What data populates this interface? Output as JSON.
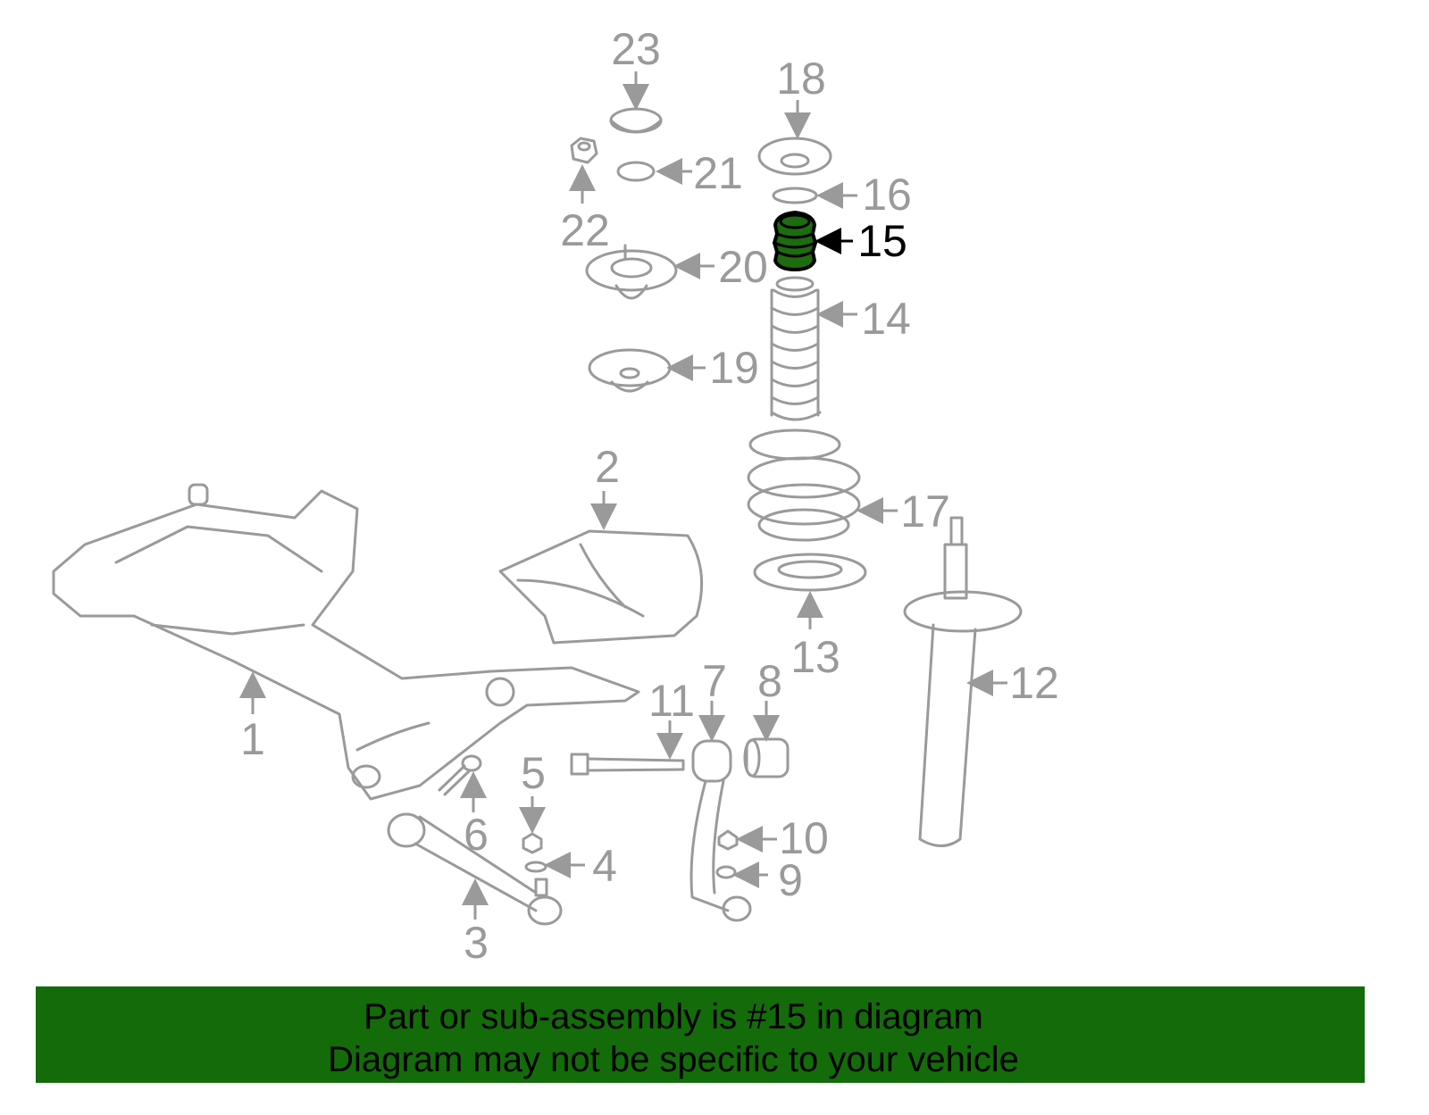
{
  "diagram": {
    "highlighted_part": "15",
    "highlight_color": "#1e6b10",
    "labels": {
      "p1": "1",
      "p2": "2",
      "p3": "3",
      "p4": "4",
      "p5": "5",
      "p6": "6",
      "p7": "7",
      "p8": "8",
      "p9": "9",
      "p10": "10",
      "p11": "11",
      "p12": "12",
      "p13": "13",
      "p14": "14",
      "p15": "15",
      "p16": "16",
      "p17": "17",
      "p18": "18",
      "p19": "19",
      "p20": "20",
      "p21": "21",
      "p22": "22",
      "p23": "23"
    }
  },
  "banner": {
    "line1": "Part or sub-assembly is #15 in diagram",
    "line2": "Diagram may not be specific to your vehicle",
    "color": "#146b0a"
  }
}
